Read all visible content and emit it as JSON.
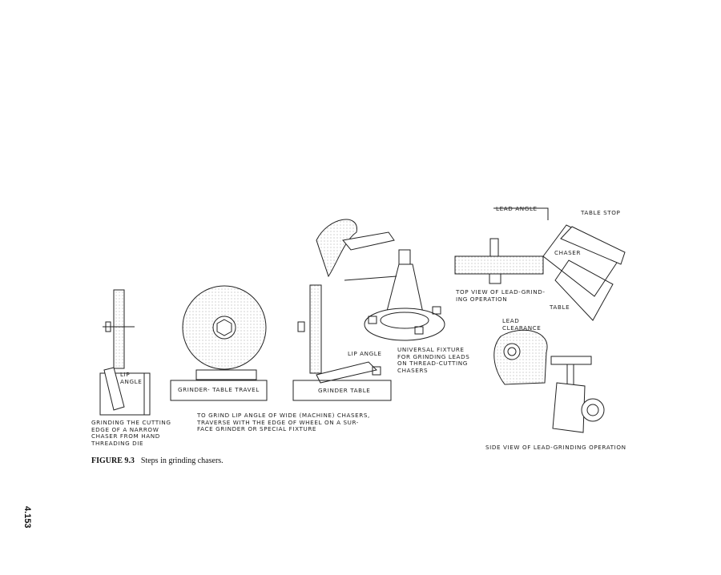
{
  "figure": {
    "labels": {
      "lead_angle": "LEAD ANGLE",
      "table_stop": "TABLE STOP",
      "chaser": "CHASER",
      "top_view": "TOP VIEW OF LEAD-GRIND-\nING OPERATION",
      "table": "TABLE",
      "lead_clearance": "LEAD\nCLEARANCE",
      "universal_fixture": "UNIVERSAL FIXTURE\nFOR GRINDING LEADS\nON THREAD-CUTTING\nCHASERS",
      "lip_angle_mid": "LIP ANGLE",
      "lip_angle_left": "LIP\nANGLE",
      "grinder_table_travel": "GRINDER- TABLE TRAVEL",
      "grinder_table": "GRINDER TABLE",
      "wide_chasers": "TO GRIND LIP ANGLE OF WIDE (MACHINE) CHASERS,\nTRAVERSE WITH THE EDGE OF WHEEL ON A SUR-\nFACE GRINDER OR SPECIAL FIXTURE",
      "narrow_chaser": "GRINDING THE CUTTING\nEDGE OF A NARROW\nCHASER FROM HAND\nTHREADING DIE",
      "side_view": "SIDE VIEW OF LEAD-GRINDING OPERATION"
    },
    "caption_number": "FIGURE 9.3",
    "caption_text": "Steps in grinding chasers."
  },
  "page_number": "4.153"
}
